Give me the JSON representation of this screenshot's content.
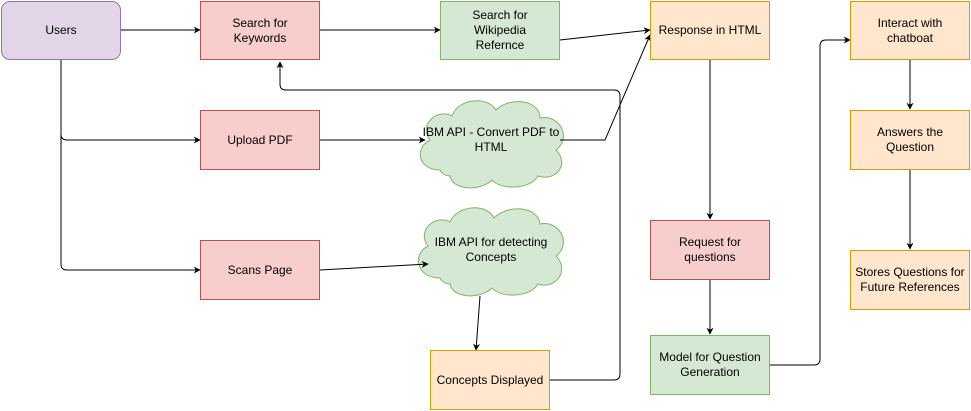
{
  "nodes": {
    "users": "Users",
    "search_keywords": "Search for Keywords",
    "search_wikipedia": "Search for Wikipedia\nRefernce",
    "response_html": "Response in HTML",
    "interact_chatbot": "Interact with chatboat",
    "upload_pdf": "Upload PDF",
    "ibm_convert": "IBM API - Convert PDF to\nHTML",
    "answers_question": "Answers the\nQuestion",
    "scans_page": "Scans Page",
    "ibm_concepts": "IBM API for detecting\nConcepts",
    "request_questions": "Request for\nquestions",
    "stores_questions": "Stores Questions for\nFuture References",
    "concepts_displayed": "Concepts Displayed",
    "model_generation": "Model for Question\nGeneration"
  },
  "colors": {
    "purple_fill": "#e1d5e7",
    "purple_stroke": "#9673a6",
    "red_fill": "#f8cecc",
    "red_stroke": "#b85450",
    "green_fill": "#d5e8d4",
    "green_stroke": "#82b366",
    "orange_fill": "#ffe6cc",
    "orange_stroke": "#d79b00",
    "edge": "#000000"
  }
}
